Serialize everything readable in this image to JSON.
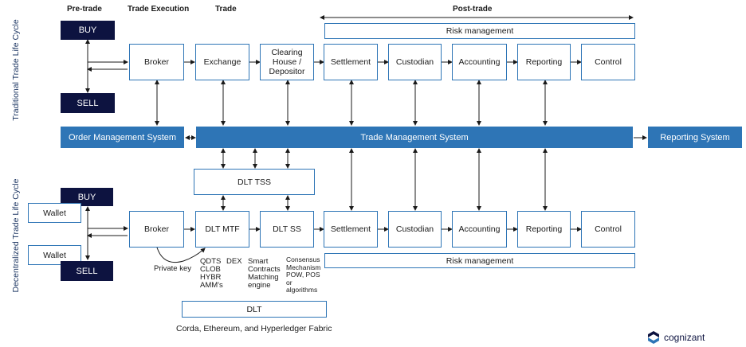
{
  "headers": {
    "pre_trade": "Pre-trade",
    "trade_execution": "Trade Execution",
    "trade": "Trade",
    "post_trade": "Post-trade"
  },
  "side_labels": {
    "traditional": "Traditional Trade Life Cycle",
    "decentralized": "Decentralized Trade Life Cycle"
  },
  "traditional": {
    "buy": "BUY",
    "sell": "SELL",
    "broker": "Broker",
    "exchange": "Exchange",
    "clearing": "Clearing House / Depositor",
    "settlement": "Settlement",
    "custodian": "Custodian",
    "accounting": "Accounting",
    "reporting": "Reporting",
    "control": "Control",
    "risk_management": "Risk management"
  },
  "middle": {
    "order_management": "Order Management System",
    "trade_management": "Trade Management System",
    "reporting_system": "Reporting System"
  },
  "decentralized": {
    "dlt_tss": "DLT TSS",
    "buy": "BUY",
    "sell": "SELL",
    "wallet_top": "Wallet",
    "wallet_bottom": "Wallet",
    "broker": "Broker",
    "dlt_mtf": "DLT MTF",
    "dlt_ss": "DLT SS",
    "settlement": "Settlement",
    "custodian": "Custodian",
    "accounting": "Accounting",
    "reporting": "Reporting",
    "control": "Control",
    "risk_management": "Risk management",
    "private_key": "Private key",
    "mtf_notes": "QDTS\nCLOB\nHYBR\nAMM's",
    "dex": "DEX",
    "smart_contracts": "Smart\nContracts\nMatching\nengine",
    "consensus": "Consensus\nMechanism\nPOW, POS\nor\nalgorithms",
    "dlt": "DLT",
    "dlt_platforms": "Corda, Ethereum, and Hyperledger Fabric"
  },
  "brand": {
    "name": "cognizant"
  },
  "colors": {
    "navy": "#0d1340",
    "blue": "#2e75b6"
  }
}
